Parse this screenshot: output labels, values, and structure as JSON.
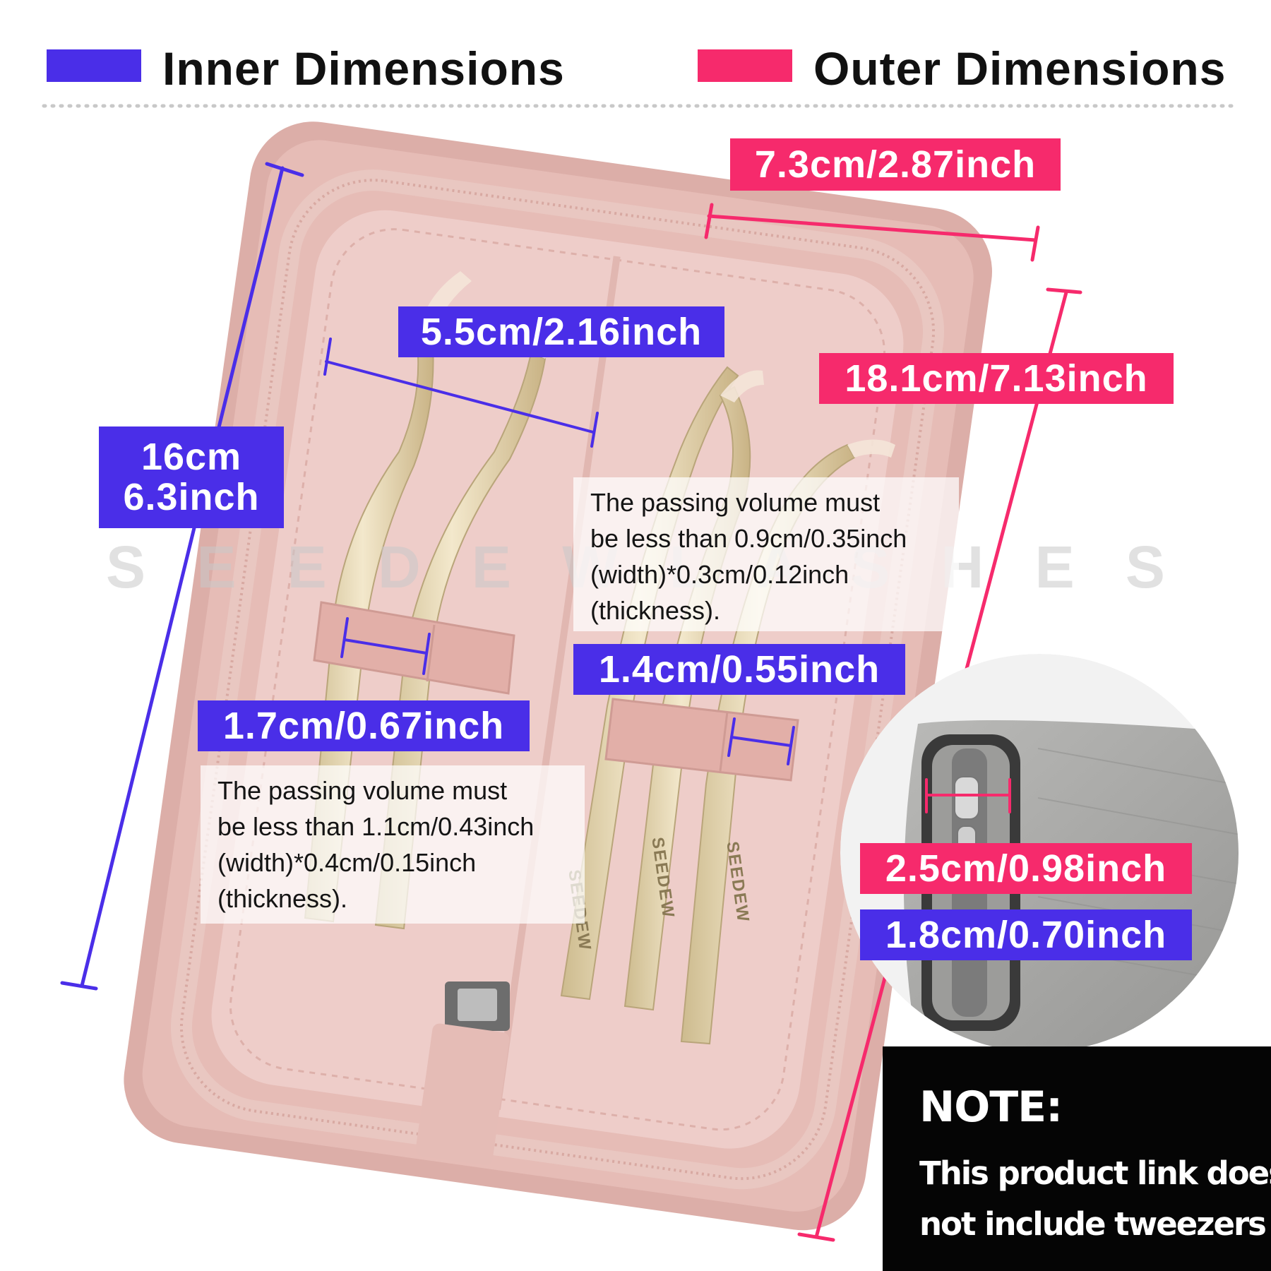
{
  "colors": {
    "inner": "#4a2ee8",
    "outer": "#f62a6c",
    "case_pink": "#e3b8b2",
    "lining_pink": "#ecc9c5",
    "tweezer_gold": "#e2d3ac",
    "closeup_grey": "#a7a7a5"
  },
  "legend": {
    "inner_label": "Inner Dimensions",
    "outer_label": "Outer Dimensions"
  },
  "measurements": {
    "outer_width": "7.3cm/2.87inch",
    "inner_width": "5.5cm/2.16inch",
    "outer_length": "18.1cm/7.13inch",
    "inner_length_cm": "16cm",
    "inner_length_inch": "6.3inch",
    "right_strap_width": "1.4cm/0.55inch",
    "left_strap_width": "1.7cm/0.67inch",
    "outer_thickness": "2.5cm/0.98inch",
    "inner_thickness": "1.8cm/0.70inch"
  },
  "passing_notes": {
    "right": [
      "The passing volume must",
      "be less than 0.9cm/0.35inch",
      "(width)*0.3cm/0.12inch",
      "(thickness)."
    ],
    "left": [
      "The passing volume must",
      "be less than 1.1cm/0.43inch",
      "(width)*0.4cm/0.15inch",
      "(thickness)."
    ]
  },
  "watermark_letters": [
    "S",
    "E",
    "E",
    "D",
    "E",
    "W",
    "L",
    "A",
    "S",
    "H",
    "E",
    "S"
  ],
  "tweezer_brand": "SEEDEW",
  "note": {
    "heading": "NOTE:",
    "line1": "This product link does",
    "line2": "not include tweezers"
  }
}
